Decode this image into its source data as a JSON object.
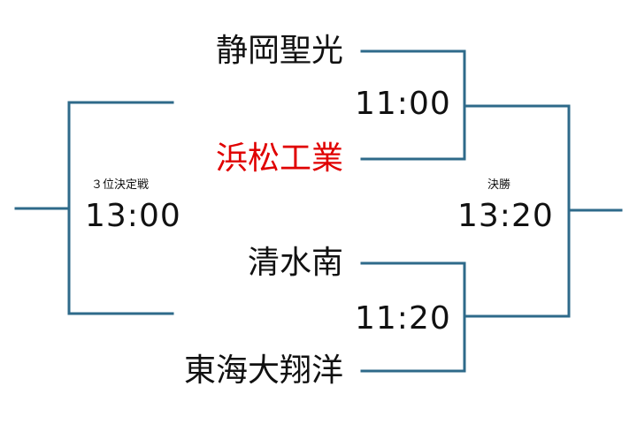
{
  "bracket": {
    "line_color": "#2e6a8a",
    "highlight_color": "#e00000",
    "semifinals": [
      {
        "team_top": "静岡聖光",
        "team_bottom": "浜松工業",
        "highlighted_team": "team_bottom",
        "time": "11:00"
      },
      {
        "team_top": "清水南",
        "team_bottom": "東海大翔洋",
        "time": "11:20"
      }
    ],
    "final": {
      "label": "決勝",
      "time": "13:20"
    },
    "third_place": {
      "label": "３位決定戦",
      "time": "13:00"
    }
  }
}
